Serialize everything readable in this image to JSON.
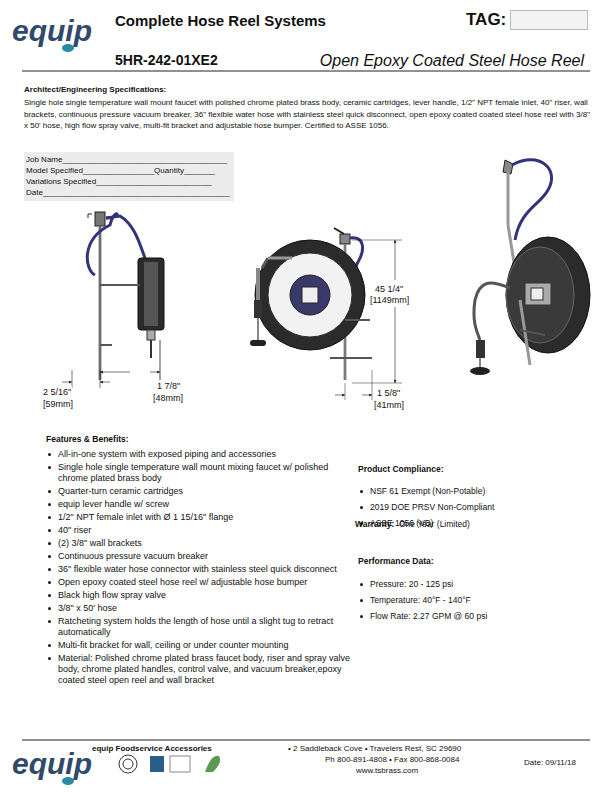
{
  "diagram": {
    "title": "Complete Hose Reel Systems",
    "nodes": [
      {
        "text": [
          "TAG:"
        ]
      },
      {
        "text": [
          "Job Name_____________________________________",
          "Model Specified________________Quantity_______",
          "Variations Specified__________________________",
          "Date__________________________________________"
        ]
      }
    ],
    "labels": [
      "equip",
      "5HR-242-01XE2",
      "Open Epoxy Coated Steel Hose Reel",
      "Architect/Engineering Specifications:",
      "Single hole single temperature wall mount faucet with polished chrome plated brass body, ceramic cartridges, lever handle, 1/2\" NPT female inlet, 40\" riser, wall brackets, continuous pressure vacuum breaker, 36\" flexible water hose with stainless steel quick disconnect, open epoxy coated coated steel hose reel with 3/8\" x 50' hose, high flow spray valve, multi-fit bracket and adjustable hose bumper. Certified to ASSE 1056.",
      "2 5/16\"",
      "[59mm]",
      "1 7/8\"",
      "[48mm]",
      "45 1/4\"",
      "[1149mm]",
      "1 5/8\"",
      "[41mm]",
      "Features & Benefits:",
      "All-in-one system with exposed piping and accessories",
      "Single hole single temperature wall mount mixing faucet w/ polished chrome plated brass body",
      "Quarter-turn ceramic cartridges",
      "equip lever handle w/ screw",
      "1/2\" NPT female inlet with Ø 1 15/16\" flange",
      "40\" riser",
      "(2) 3/8\" wall brackets",
      "Continuous pressure vacuum breaker",
      "36\" flexible water hose connector with stainless steel quick disconnect",
      "Open epoxy coated steel hose reel w/ adjustable hose bumper",
      "Black high flow spray valve",
      "3/8\" x 50' hose",
      "Ratcheting system holds the length of hose until a slight tug to retract automatically",
      "Multi-fit bracket for wall, ceiling or under counter mounting",
      "Material: Polished chrome plated brass faucet body, riser and spray valve body, chrome plated handles, control valve, and vacuum breaker,epoxy coated steel open reel and wall bracket",
      "Product Compliance:",
      "NSF 61 Exempt (Non-Potable)",
      "2019 DOE PRSV Non-Compliant",
      "ASSE 1056 (VB)",
      "Warranty:",
      "One Year (Limited)",
      "Performance Data:",
      "Pressure: 20 - 125 psi",
      "Temperature: 40°F - 140°F",
      "Flow Rate: 2.27 GPM @ 60 psi",
      "equip",
      "equip Foodservice Accessories",
      "• 2 Saddleback Cove • Travelers Rest, SC 29690",
      "Ph 800-891-4808 • Fax 800-868-0084",
      "www.tsbrass.com",
      "Date: 09/11/18"
    ]
  }
}
